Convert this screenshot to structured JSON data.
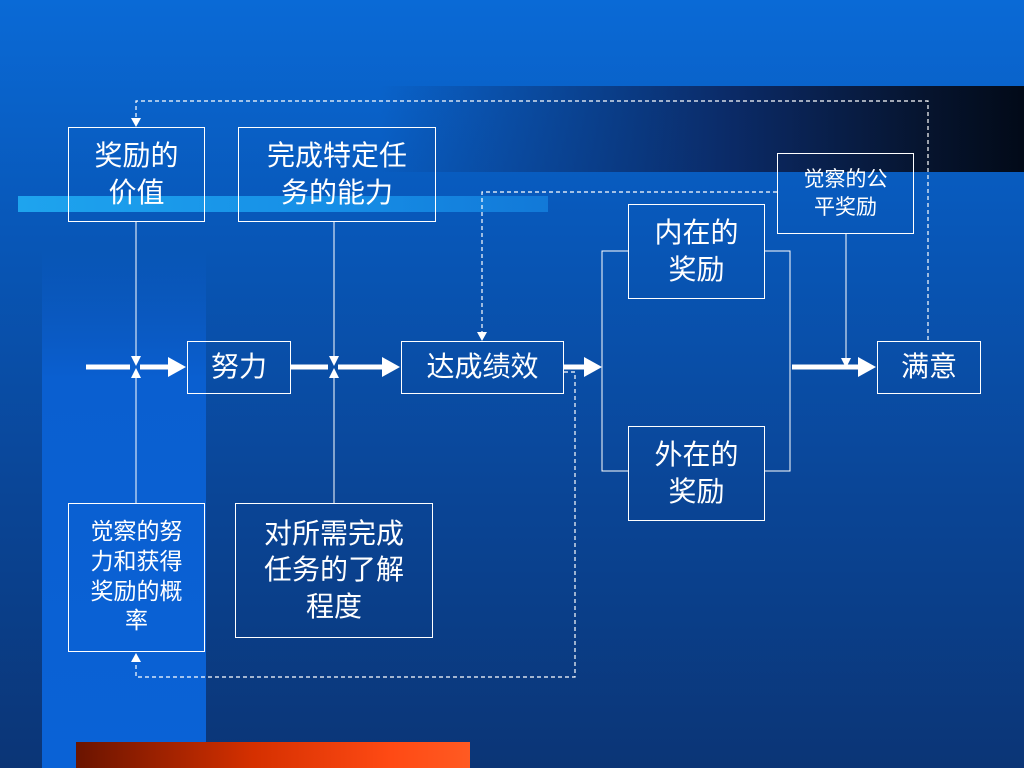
{
  "diagram": {
    "nodes": {
      "reward_value": "奖励的\n价值",
      "ability": "完成特定任\n务的能力",
      "perceived_fair": "觉察的公\n平奖励",
      "intrinsic": "内在的\n奖励",
      "effort": "努力",
      "performance": "达成绩效",
      "satisfaction": "满意",
      "extrinsic": "外在的\n奖励",
      "probability": "觉察的努\n力和获得\n奖励的概\n率",
      "role_perception": "对所需完成\n任务的了解\n程度"
    },
    "colors": {
      "line": "#ffffff",
      "background_top": "#0a6ad6",
      "background_bottom": "#0b3576",
      "accent_cyan": "#1ea4ee",
      "accent_red": "#ff4a14"
    }
  }
}
